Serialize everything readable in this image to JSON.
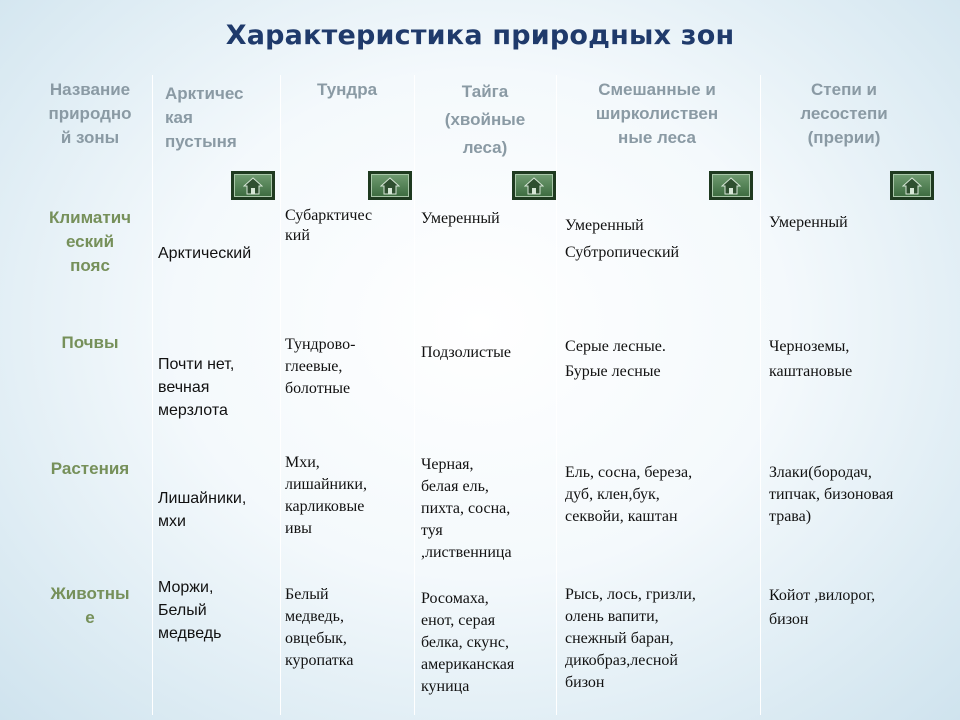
{
  "title": "Характеристика природных зон",
  "headers": {
    "zone_name": "Название\nприродно\nй зоны",
    "arctic": "Арктичес\nкая\nпустыня",
    "tundra": "Тундра",
    "taiga": "Тайга\n(хвойные\nлеса)",
    "mixed": "Смешанные и\nширколиствен\nные леса",
    "steppe": "Степи и\nлесостепи\n(прерии)"
  },
  "rows": {
    "climate": {
      "label": "Климатич\nеский\nпояс",
      "arctic": "Арктический",
      "tundra": "Субарктичес\nкий",
      "taiga": "Умеренный",
      "mixed": "Умеренный\nСубтропический",
      "steppe": "Умеренный"
    },
    "soils": {
      "label": "Почвы",
      "arctic": "Почти нет,\nвечная\nмерзлота",
      "tundra": "Тундрово-\nглеевые,\nболотные",
      "taiga": "Подзолистые",
      "mixed": "Серые лесные.\nБурые лесные",
      "steppe": "Черноземы,\nкаштановые"
    },
    "plants": {
      "label": "Растения",
      "arctic": "Лишайники,\nмхи",
      "tundra": "Мхи,\nлишайники,\nкарликовые\nивы",
      "taiga": "Черная,\nбелая ель,\nпихта, сосна,\nтуя\n,лиственница",
      "mixed": "Ель, сосна, береза,\nдуб, клен,бук,\nсеквойи, каштан",
      "steppe": "Злаки(бородач,\nтипчак, бизоновая\nтрава)"
    },
    "animals": {
      "label": "Животны\nе",
      "arctic": "Моржи,\nБелый\nмедведь",
      "tundra": "Белый\nмедведь,\nовцебык,\nкуропатка",
      "taiga": "Росомаха,\nенот, серая\nбелка, скунс,\nамериканская\nкуница",
      "mixed": "Рысь, лось, гризли,\nолень вапити,\nснежный баран,\nдикобраз,лесной\nбизон",
      "steppe": "Койот ,вилорог,\nбизон"
    }
  },
  "icons": {
    "home": "home-icon"
  }
}
